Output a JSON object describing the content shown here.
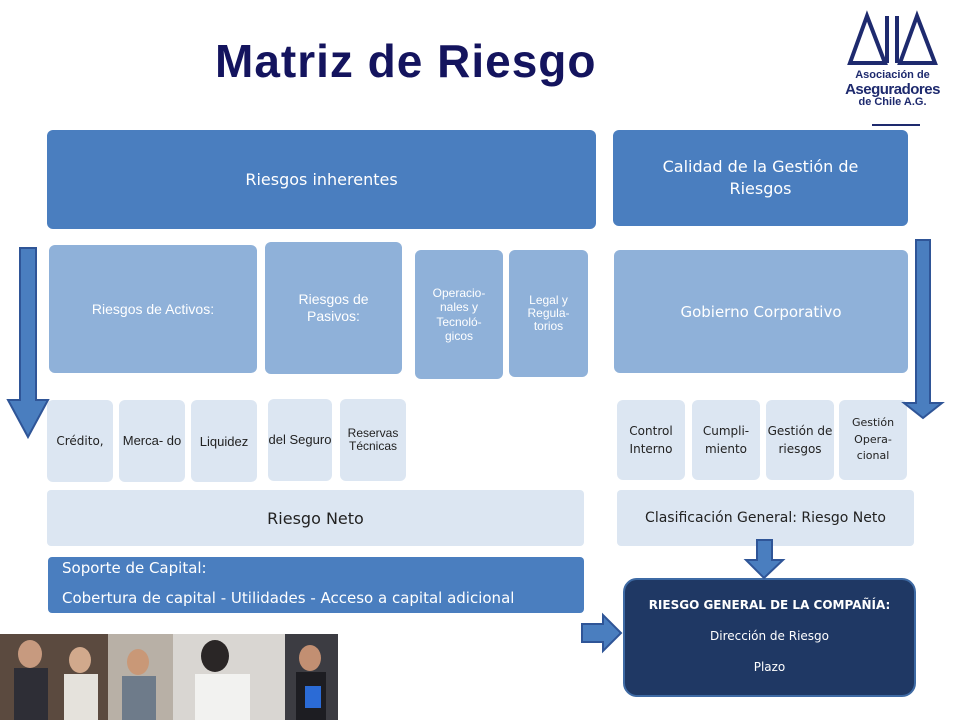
{
  "title": "Matriz de Riesgo",
  "logo": {
    "line1": "Asociación de",
    "line2": "Aseguradores",
    "line3": "de Chile A.G."
  },
  "headers": {
    "left": "Riesgos inherentes",
    "right": "Calidad de la Gestión de Riesgos"
  },
  "middle": {
    "activos": "Riesgos de Activos:",
    "pasivos": "Riesgos de Pasivos:",
    "operacionales": "Operacio- nales y Tecnoló- gicos",
    "legal": "Legal y Regula- torios",
    "gobierno": "Gobierno Corporativo"
  },
  "sub": {
    "credito": "Crédito,",
    "mercado": "Merca- do",
    "liquidez": "Liquidez",
    "seguro": "del Seguro",
    "reservas": "Reservas Técnicas",
    "control": "Control Interno",
    "cumplimiento": "Cumpli- miento",
    "gestion_riesgos": "Gestión de riesgos",
    "gestion_operacional": "Gestión Opera- cional"
  },
  "neto": "Riesgo Neto",
  "clasificacion": "Clasificación General:  Riesgo Neto",
  "soporte": {
    "line1": "Soporte de Capital:",
    "line2": "Cobertura de capital - Utilidades - Acceso a capital adicional"
  },
  "riesgo_general": {
    "title": "RIESGO GENERAL DE LA COMPAÑÍA:",
    "item1": "Dirección de Riesgo",
    "item2": "Plazo"
  },
  "colors": {
    "title": "#14145e",
    "dark_box": "#4a7ebf",
    "medium_box": "#8fb1d9",
    "light_box": "#dce6f2",
    "navy_box": "#1f3864"
  }
}
